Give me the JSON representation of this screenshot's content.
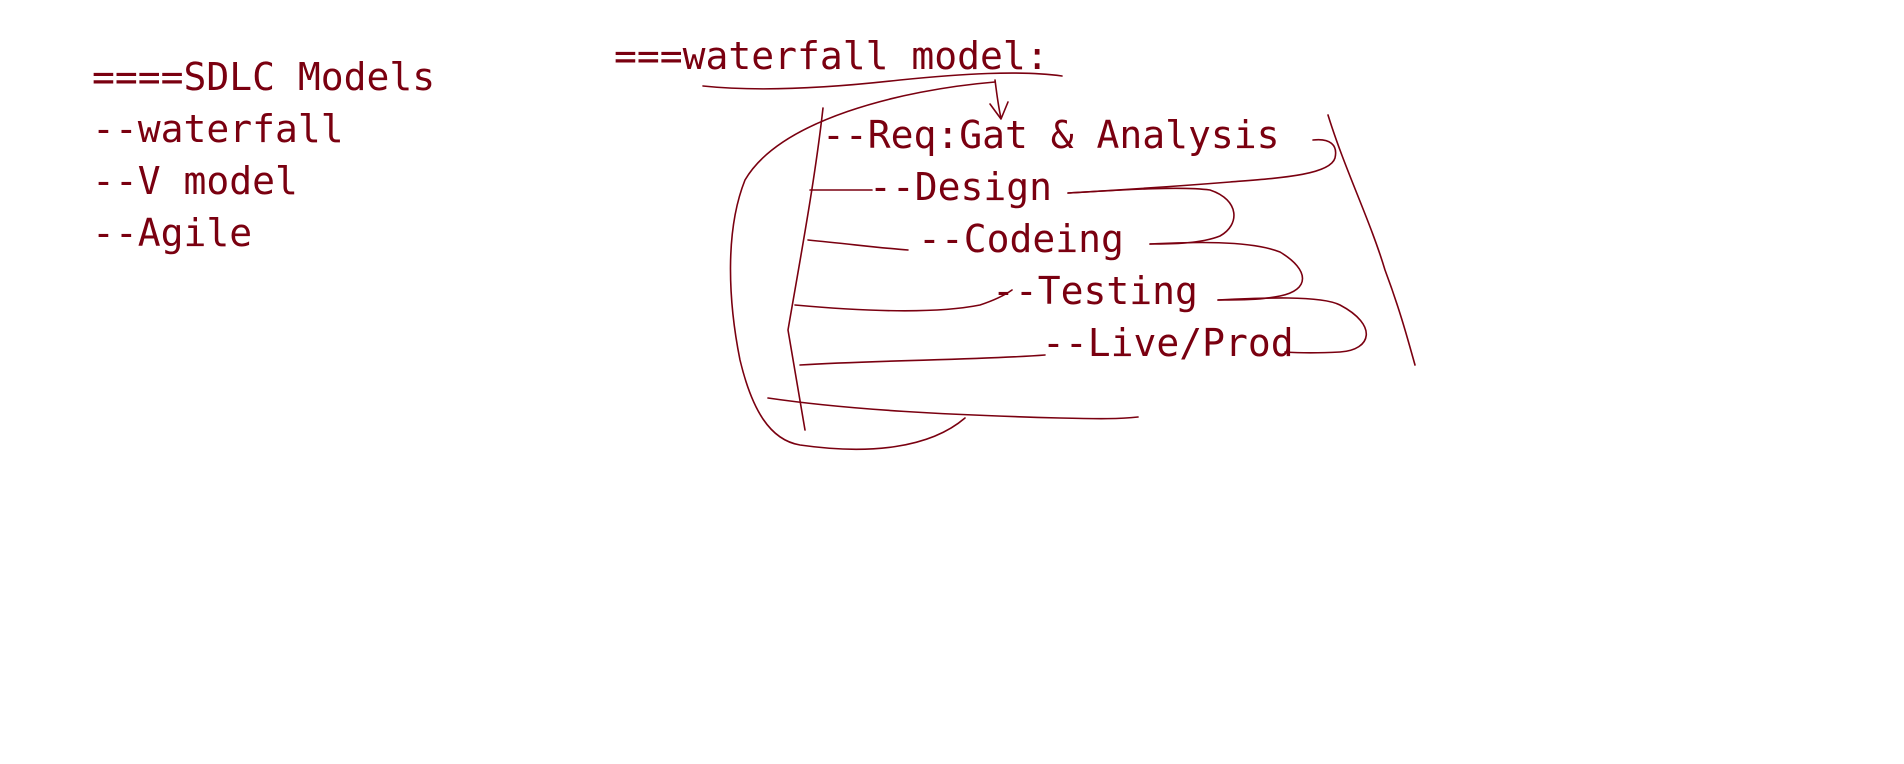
{
  "ink_color": "#7a0010",
  "models_list": {
    "heading": "====SDLC Models",
    "items": [
      "--waterfall",
      "--V model",
      "--Agile"
    ]
  },
  "waterfall": {
    "heading": "===waterfall model:",
    "steps": [
      "--Req:Gat & Analysis",
      "--Design",
      "--Codeing",
      "--Testing",
      "--Live/Prod"
    ]
  }
}
